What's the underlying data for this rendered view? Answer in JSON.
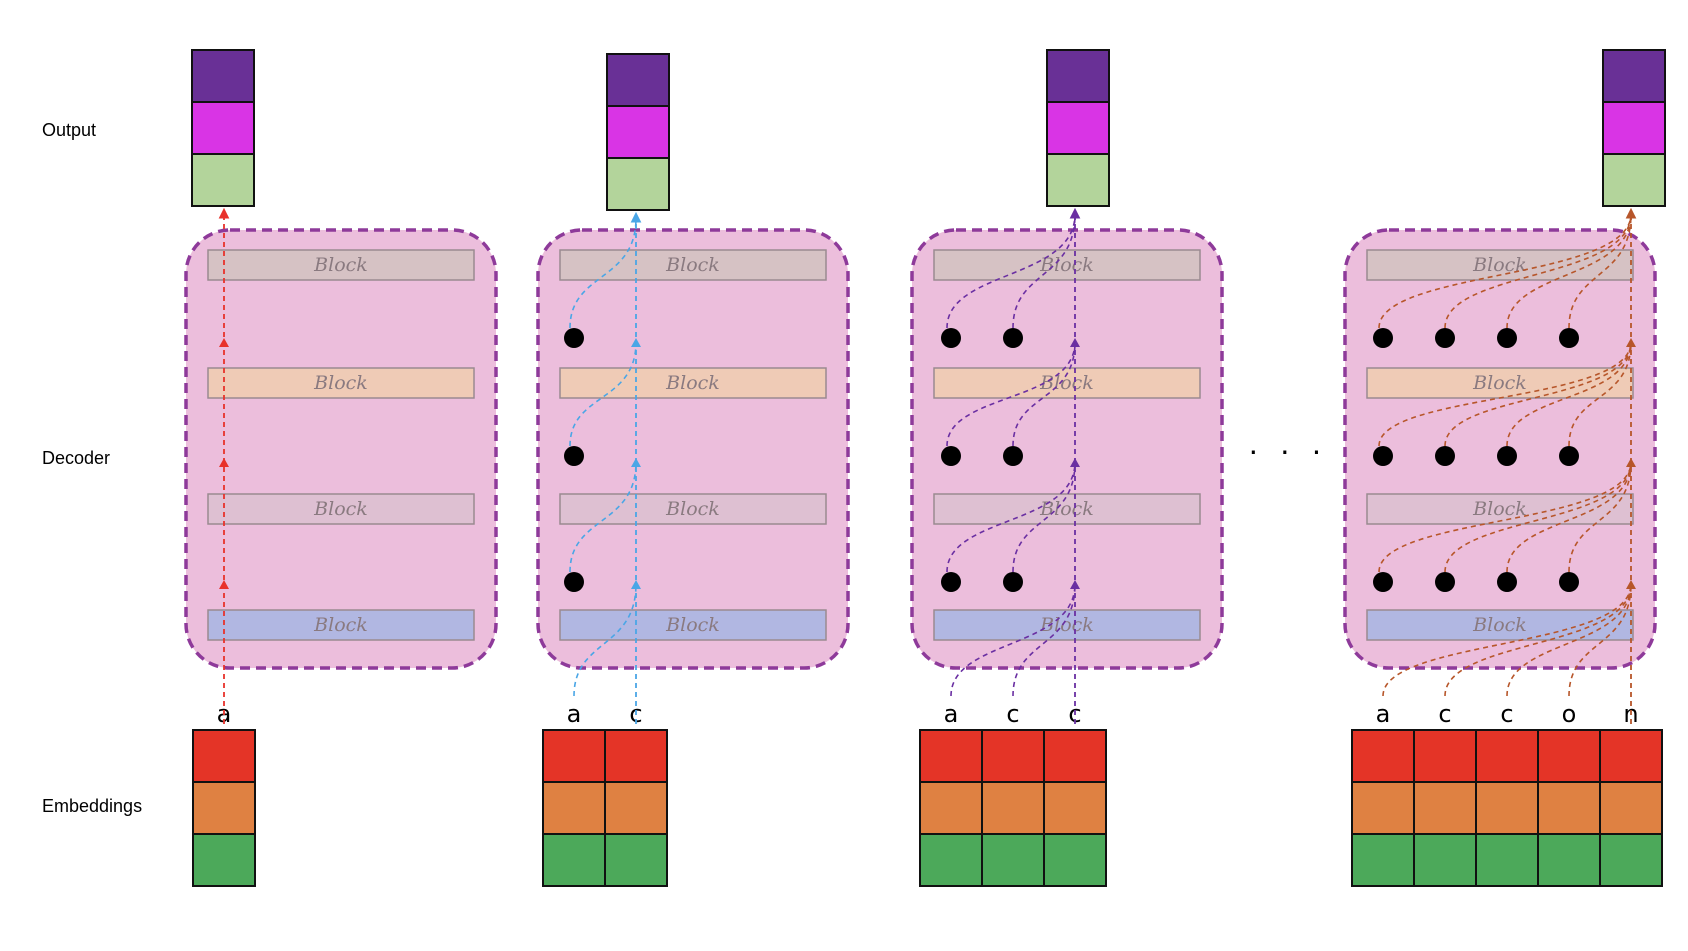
{
  "labels": {
    "output": "Output",
    "decoder": "Decoder",
    "embeddings": "Embeddings"
  },
  "block_label": "Block",
  "ellipsis": "· · · · ·",
  "colors": {
    "panel_fill": "#ecbedc",
    "panel_border": "#8e3a9a",
    "block_colors": [
      "#d6c2c4",
      "#efcbb6",
      "#dec0d2",
      "#b1b7e2"
    ],
    "output_colors": [
      "#693096",
      "#d934e5",
      "#b3d49b"
    ],
    "embedding_colors": [
      "#e43427",
      "#df8142",
      "#4ca95a"
    ]
  },
  "steps": [
    {
      "tokens": [
        "a"
      ],
      "arrow_color": "#e8322b",
      "show_dots": false
    },
    {
      "tokens": [
        "a",
        "c"
      ],
      "arrow_color": "#4aa6e6",
      "show_dots": true
    },
    {
      "tokens": [
        "a",
        "c",
        "c"
      ],
      "arrow_color": "#6a2fa2",
      "show_dots": true
    },
    {
      "tokens": [
        "a",
        "c",
        "c",
        "o",
        "n"
      ],
      "arrow_color": "#b7562a",
      "show_dots": true
    }
  ]
}
